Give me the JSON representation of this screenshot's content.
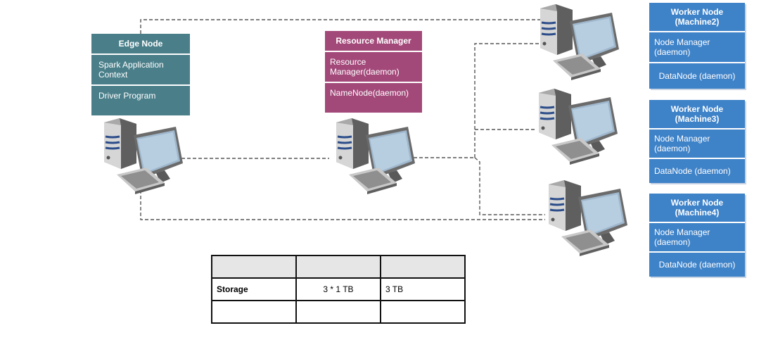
{
  "edge_node": {
    "title": "Edge Node",
    "items": [
      "Spark Application\nContext",
      "Driver Program"
    ]
  },
  "resource_manager": {
    "title": "Resource Manager",
    "items": [
      "Resource\nManager(daemon)",
      "NameNode(daemon)"
    ]
  },
  "worker_nodes": [
    {
      "title": "Worker Node\n(Machine2)",
      "items": [
        "Node Manager\n(daemon)",
        "DataNode (daemon)"
      ]
    },
    {
      "title": "Worker Node\n(Machine3)",
      "items": [
        "Node Manager\n(daemon)",
        "DataNode (daemon)"
      ]
    },
    {
      "title": "Worker Node\n(Machine4)",
      "items": [
        "Node Manager\n(daemon)",
        "DataNode (daemon)"
      ]
    }
  ],
  "table": {
    "header": [
      "",
      "",
      ""
    ],
    "rows": [
      [
        "Storage",
        "3 * 1 TB",
        "3 TB"
      ],
      [
        "",
        "",
        ""
      ]
    ]
  },
  "colors": {
    "edge_node": "#4a7f8a",
    "resource_manager": "#a3497a",
    "worker_node": "#3e82c8",
    "connector": "#555555"
  }
}
